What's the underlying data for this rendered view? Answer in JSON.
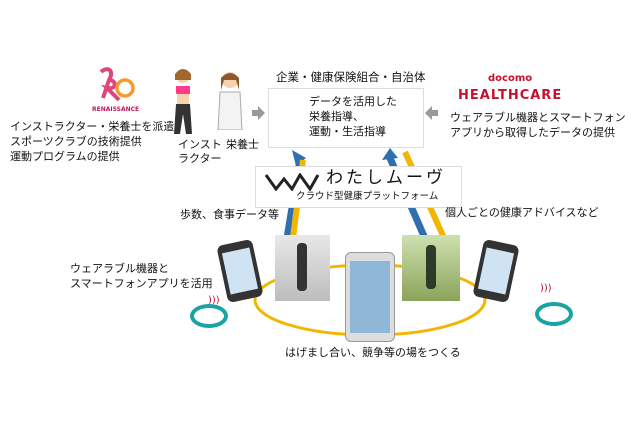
{
  "renaissance": {
    "logo_text": "RENAISSANCE",
    "description": [
      "インストラクター・栄養士を派遣",
      "スポーツクラブの技術提供",
      "運動プログラムの提供"
    ]
  },
  "people": {
    "instructor": [
      "インスト",
      "ラクター"
    ],
    "nutritionist": "栄養士"
  },
  "center": {
    "title": "企業・健康保険組合・自治体",
    "box_lines": [
      "データを活用した",
      "栄養指導、",
      "運動・生活指導"
    ]
  },
  "docomo": {
    "logo_top": "docomo",
    "logo_bottom": "HEALTHCARE",
    "description": [
      "ウェアラブル機器とスマートフォン",
      "アプリから取得したデータの提供"
    ]
  },
  "platform": {
    "name": "わたしムーヴ",
    "subtitle": "クラウド型健康プラットフォーム"
  },
  "labels": {
    "upload": "歩数、食事データ等",
    "advice": "個人ごとの健康アドバイスなど",
    "wearable": [
      "ウェアラブル機器と",
      "スマートフォンアプリを活用"
    ],
    "bottom": "はげまし合い、競争等の場をつくる"
  },
  "colors": {
    "blue": "#2f6fb0",
    "yellow": "#f2b600",
    "red": "#c8102e",
    "pink": "#e0457b",
    "teal": "#1aa3a3"
  }
}
